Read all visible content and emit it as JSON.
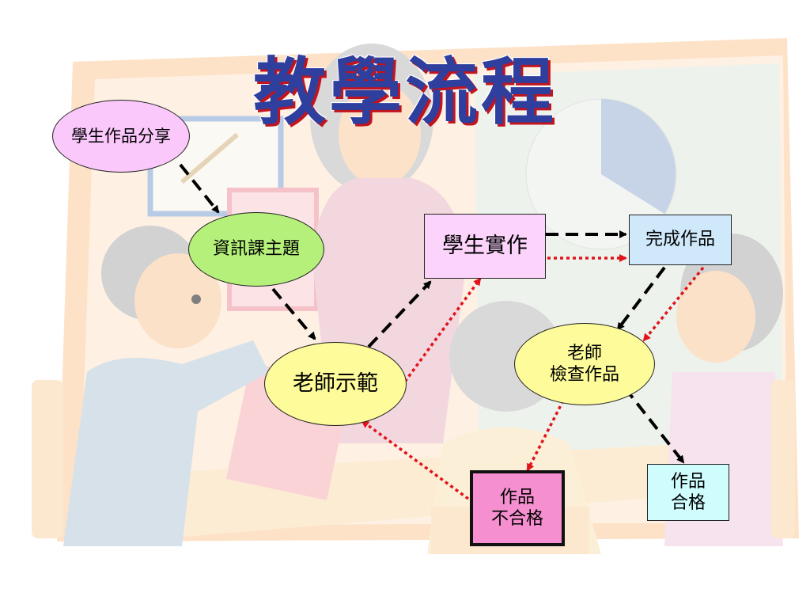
{
  "title": "教學流程",
  "nodes": {
    "share": {
      "text": "學生作品分享",
      "fill": "#fac8fa"
    },
    "topic": {
      "text": "資訊課主題",
      "fill": "#b5f07a"
    },
    "demo": {
      "text": "老師示範",
      "fill": "#fdfb9a"
    },
    "practice": {
      "text": "學生實作",
      "fill": "#fbd3fb"
    },
    "finish": {
      "text": "完成作品",
      "fill": "#cfe9fb"
    },
    "check": {
      "line1": "老師",
      "line2": "檢查作品",
      "fill": "#fdfb9a"
    },
    "fail": {
      "line1": "作品",
      "line2": "不合格",
      "fill": "#f58fd0"
    },
    "pass": {
      "line1": "作品",
      "line2": "合格",
      "fill": "#cffcfc"
    }
  },
  "colors": {
    "dashed_arrow": "#000000",
    "dotted_arrow": "#e0141a"
  }
}
